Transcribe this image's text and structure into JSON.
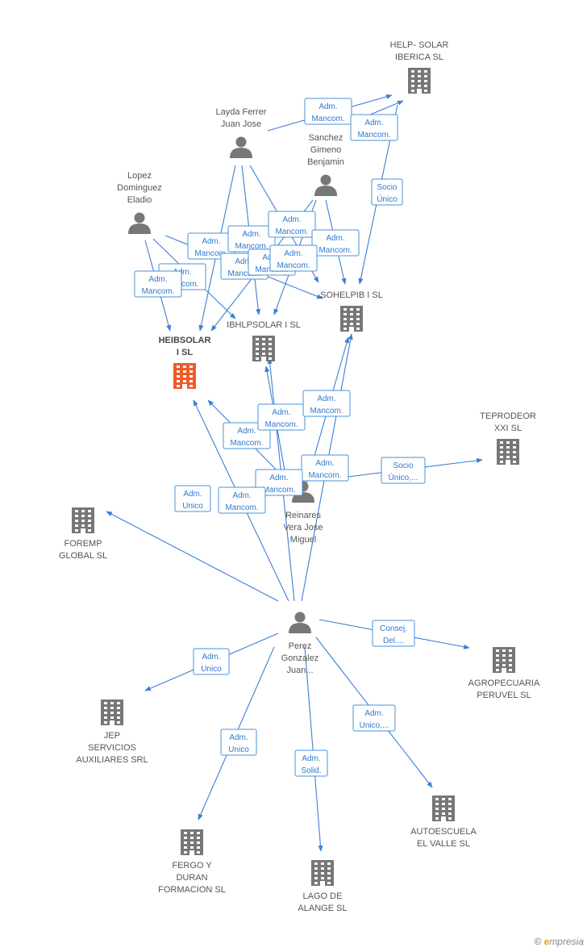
{
  "colors": {
    "edge": "#3d7fd6",
    "building": "#777777",
    "building_main": "#f05a28",
    "person": "#777777",
    "rel_border": "#4a90d9",
    "rel_text": "#2f7ad0"
  },
  "nodes": {
    "help_solar": {
      "type": "company",
      "lines": [
        "HELP- SOLAR",
        "IBERICA SL"
      ]
    },
    "layda": {
      "type": "person",
      "lines": [
        "Layda Ferrer",
        "Juan Jose"
      ]
    },
    "sanchez": {
      "type": "person",
      "lines": [
        "Sanchez",
        "Gimeno",
        "Benjamin"
      ]
    },
    "lopez": {
      "type": "person",
      "lines": [
        "Lopez",
        "Dominguez",
        "Eladio"
      ]
    },
    "sohelpib": {
      "type": "company",
      "lines": [
        "SOHELPIB I SL"
      ]
    },
    "heibsolar": {
      "type": "company",
      "main": true,
      "lines": [
        "HEIBSOLAR",
        "I SL"
      ]
    },
    "ibhlpsolar": {
      "type": "company",
      "lines": [
        "IBHLPSOLAR I SL"
      ]
    },
    "teprodeor": {
      "type": "company",
      "lines": [
        "TEPRODEOR",
        "XXI SL"
      ]
    },
    "foremp": {
      "type": "company",
      "lines": [
        "FOREMP",
        "GLOBAL SL"
      ]
    },
    "reinares": {
      "type": "person",
      "lines": [
        "Reinares",
        "Vera Jose",
        "Miguel"
      ]
    },
    "perez": {
      "type": "person",
      "lines": [
        "Perez",
        "Gonzalez",
        "Juan..."
      ]
    },
    "agropecuaria": {
      "type": "company",
      "lines": [
        "AGROPECUARIA",
        "PERUVEL SL"
      ]
    },
    "jep": {
      "type": "company",
      "lines": [
        "JEP",
        "SERVICIOS",
        "AUXILIARES SRL"
      ]
    },
    "autoescuela": {
      "type": "company",
      "lines": [
        "AUTOESCUELA",
        "EL VALLE SL"
      ]
    },
    "fergo": {
      "type": "company",
      "lines": [
        "FERGO Y",
        "DURAN",
        "FORMACION SL"
      ]
    },
    "lago": {
      "type": "company",
      "lines": [
        "LAGO DE",
        "ALANGE SL"
      ]
    }
  },
  "edges": [
    {
      "from": "layda",
      "to": "help_solar"
    },
    {
      "from": "sanchez",
      "to": "help_solar"
    },
    {
      "from": "sohelpib",
      "to": "help_solar"
    },
    {
      "from": "layda",
      "to": "heibsolar"
    },
    {
      "from": "layda",
      "to": "ibhlpsolar"
    },
    {
      "from": "layda",
      "to": "sohelpib"
    },
    {
      "from": "sanchez",
      "to": "heibsolar"
    },
    {
      "from": "sanchez",
      "to": "ibhlpsolar"
    },
    {
      "from": "sanchez",
      "to": "sohelpib"
    },
    {
      "from": "lopez",
      "to": "heibsolar"
    },
    {
      "from": "lopez",
      "to": "ibhlpsolar"
    },
    {
      "from": "lopez",
      "to": "sohelpib"
    },
    {
      "from": "reinares",
      "to": "heibsolar"
    },
    {
      "from": "reinares",
      "to": "ibhlpsolar"
    },
    {
      "from": "reinares",
      "to": "sohelpib"
    },
    {
      "from": "reinares",
      "to": "teprodeor"
    },
    {
      "from": "perez",
      "to": "heibsolar"
    },
    {
      "from": "perez",
      "to": "ibhlpsolar"
    },
    {
      "from": "perez",
      "to": "sohelpib"
    },
    {
      "from": "perez",
      "to": "foremp"
    },
    {
      "from": "perez",
      "to": "agropecuaria"
    },
    {
      "from": "perez",
      "to": "jep"
    },
    {
      "from": "perez",
      "to": "autoescuela"
    },
    {
      "from": "perez",
      "to": "fergo"
    },
    {
      "from": "perez",
      "to": "lago"
    }
  ],
  "relation_labels": [
    {
      "lines": [
        "Adm.",
        "Mancom."
      ]
    },
    {
      "lines": [
        "Adm.",
        "Mancom."
      ]
    },
    {
      "lines": [
        "Socio",
        "Único"
      ]
    },
    {
      "lines": [
        "Adm.",
        "Mancom."
      ]
    },
    {
      "lines": [
        "Adm.",
        "Mancom."
      ]
    },
    {
      "lines": [
        "Adm.",
        "Mancom."
      ]
    },
    {
      "lines": [
        "Adm.",
        "Mancom."
      ]
    },
    {
      "lines": [
        "Adm.",
        "Mancom."
      ]
    },
    {
      "lines": [
        "Adm.",
        "Mancom."
      ]
    },
    {
      "lines": [
        "Adm.",
        "Mancom."
      ]
    },
    {
      "lines": [
        "Adm.",
        "Mancom."
      ]
    },
    {
      "lines": [
        "Adm.",
        "Mancom."
      ]
    },
    {
      "lines": [
        "Adm.",
        "Mancom."
      ]
    },
    {
      "lines": [
        "Adm.",
        "Mancom."
      ]
    },
    {
      "lines": [
        "Adm.",
        "Mancom."
      ]
    },
    {
      "lines": [
        "Adm.",
        "Mancom."
      ]
    },
    {
      "lines": [
        "Socio",
        "Único,..."
      ]
    },
    {
      "lines": [
        "Adm.",
        "Mancom."
      ]
    },
    {
      "lines": [
        "Adm.",
        "Mancom."
      ]
    },
    {
      "lines": [
        "Adm.",
        "Unico"
      ]
    },
    {
      "lines": [
        "Consej.",
        "Del...."
      ]
    },
    {
      "lines": [
        "Adm.",
        "Unico"
      ]
    },
    {
      "lines": [
        "Adm.",
        "Unico,..."
      ]
    },
    {
      "lines": [
        "Adm.",
        "Unico"
      ]
    },
    {
      "lines": [
        "Adm.",
        "Solid."
      ]
    }
  ],
  "watermark": {
    "copyright": "©",
    "brand_initial": "e",
    "brand_rest": "mpresia"
  }
}
